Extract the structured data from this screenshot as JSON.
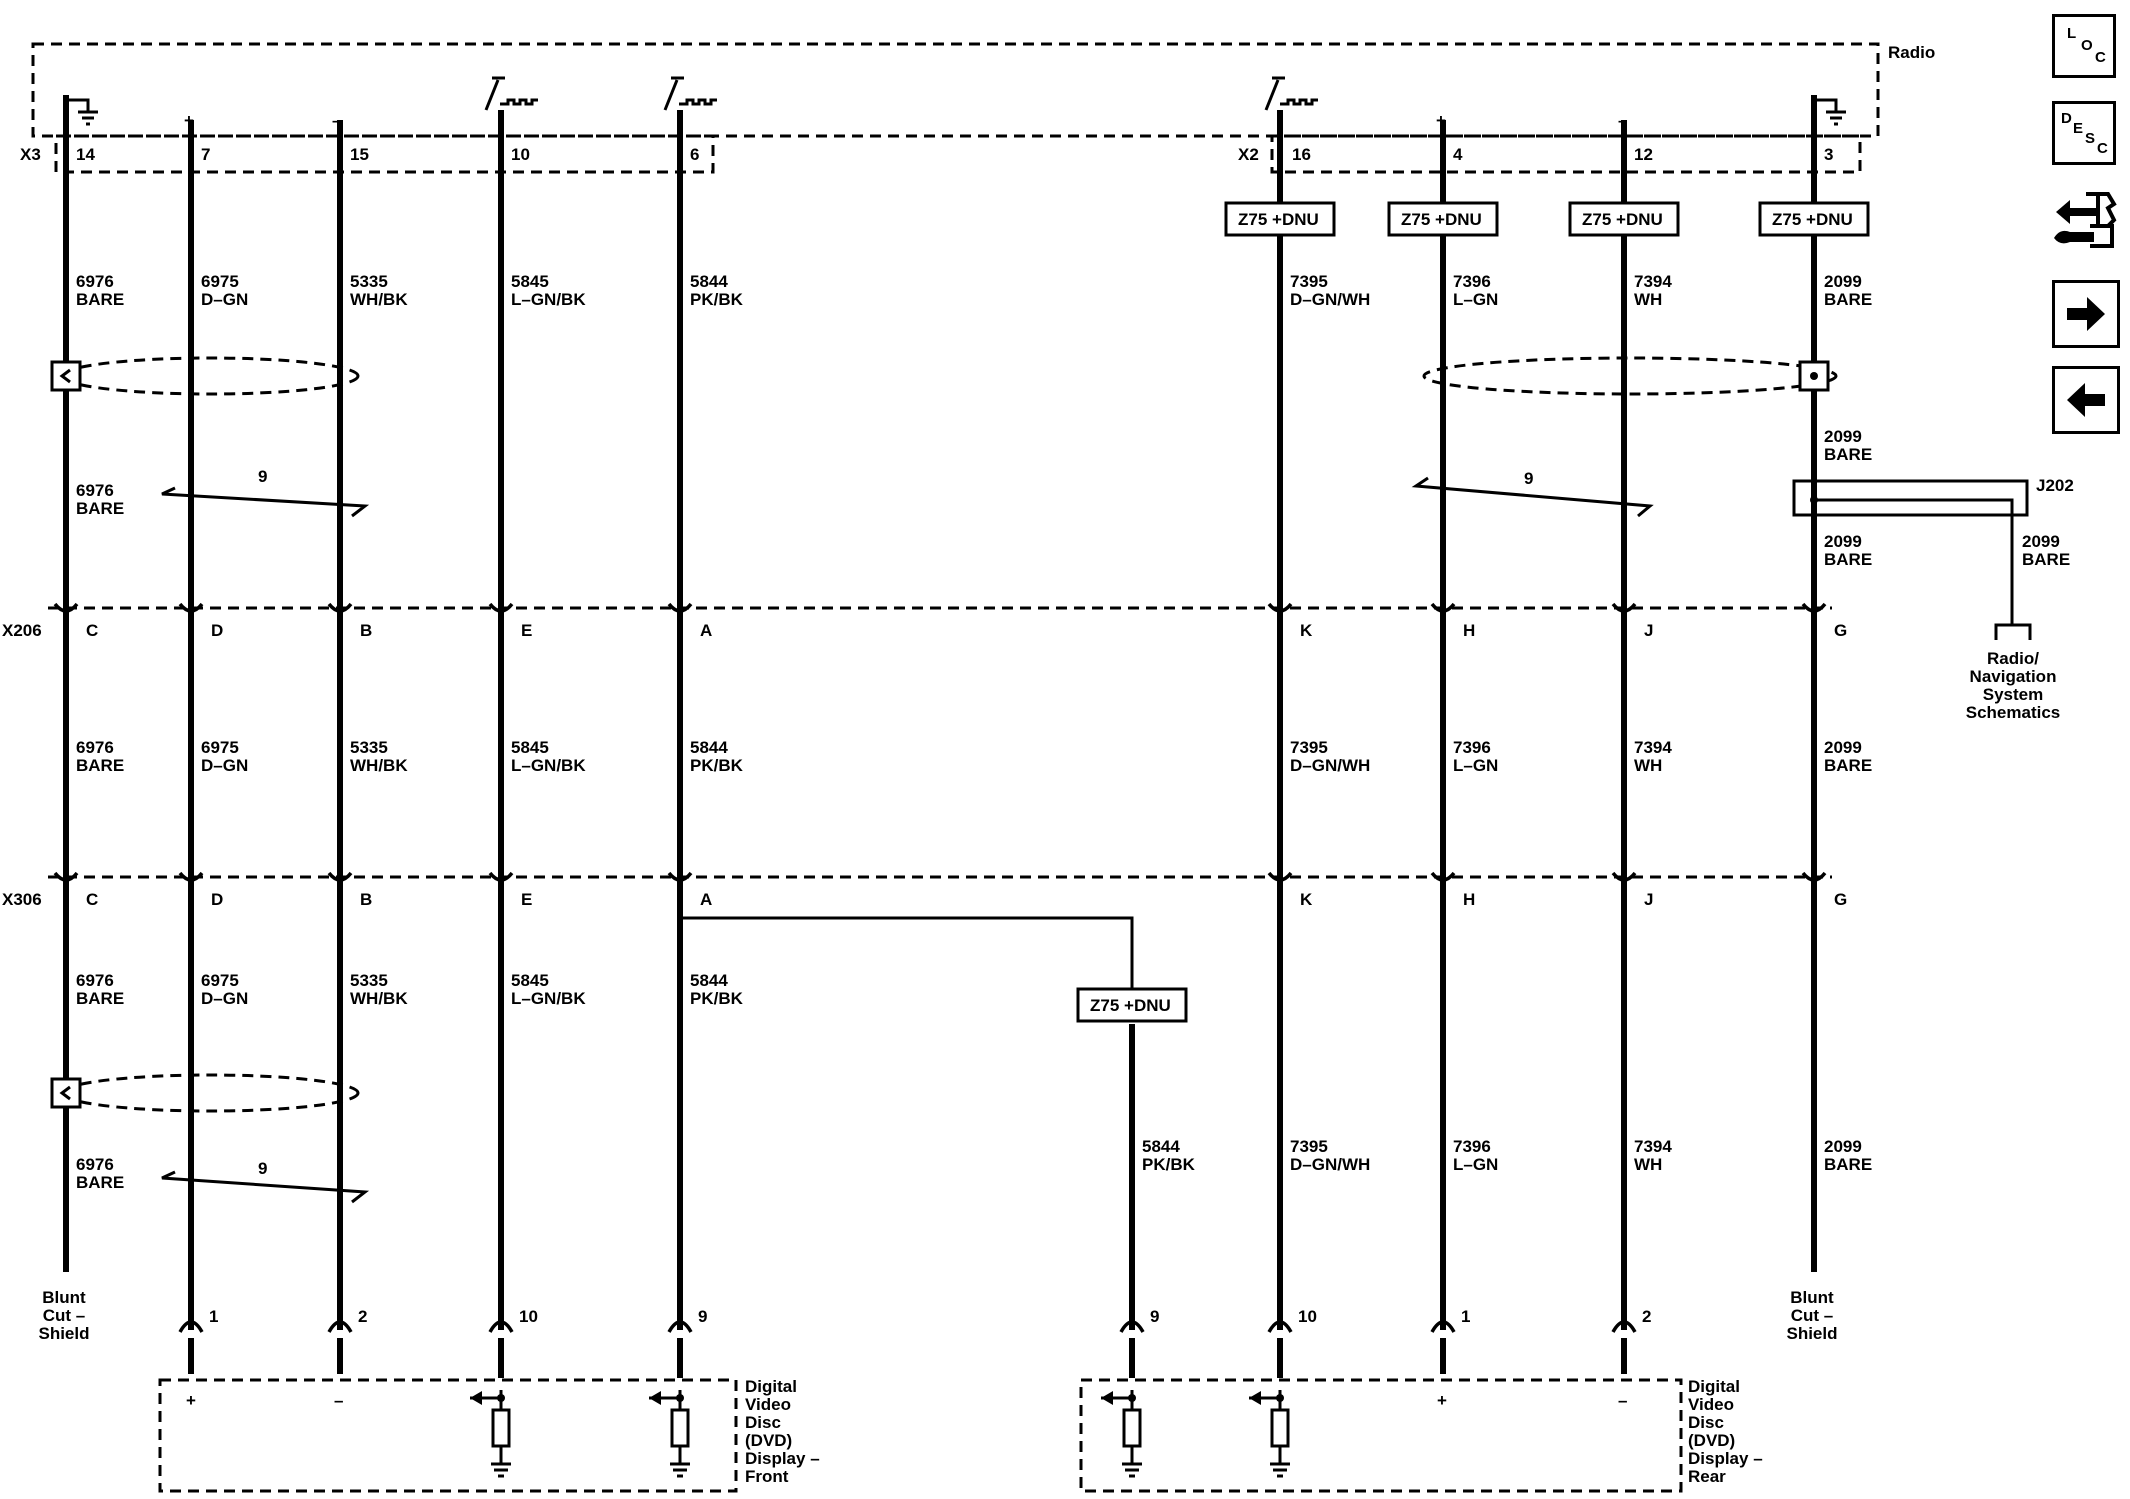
{
  "modules": {
    "radio": "Radio",
    "front_display": [
      "Digital",
      "Video",
      "Disc",
      "(DVD)",
      "Display –",
      "Front"
    ],
    "rear_display": [
      "Digital",
      "Video",
      "Disc",
      "(DVD)",
      "Display –",
      "Rear"
    ]
  },
  "connectors": {
    "radio_x3": "X3",
    "radio_x2": "X2",
    "x206": "X206",
    "x306": "X306",
    "splice": "J202"
  },
  "option_code": "Z75 +DNU",
  "twist_count": "9",
  "blunt_cut": [
    "Blunt",
    "Cut –",
    "Shield"
  ],
  "reference": [
    "Radio/",
    "Navigation",
    "System",
    "Schematics"
  ],
  "circuits": [
    {
      "id": "c6976",
      "radio_pin": "14",
      "num": "6976",
      "color": "BARE",
      "x206_pin": "C",
      "x306_pin": "C",
      "end_pin": ""
    },
    {
      "id": "c6975",
      "radio_pin": "7",
      "num": "6975",
      "color": "D–GN",
      "x206_pin": "D",
      "x306_pin": "D",
      "end_pin": "1"
    },
    {
      "id": "c5335",
      "radio_pin": "15",
      "num": "5335",
      "color": "WH/BK",
      "x206_pin": "B",
      "x306_pin": "B",
      "end_pin": "2"
    },
    {
      "id": "c5845",
      "radio_pin": "10",
      "num": "5845",
      "color": "L–GN/BK",
      "x206_pin": "E",
      "x306_pin": "E",
      "end_pin": "10"
    },
    {
      "id": "c5844",
      "radio_pin": "6",
      "num": "5844",
      "color": "PK/BK",
      "x206_pin": "A",
      "x306_pin": "A",
      "end_pin": "9"
    },
    {
      "id": "c5844r",
      "num": "5844",
      "color": "PK/BK",
      "end_pin": "9"
    },
    {
      "id": "c7395",
      "radio_pin": "16",
      "num": "7395",
      "color": "D–GN/WH",
      "x206_pin": "K",
      "x306_pin": "K",
      "end_pin": "10"
    },
    {
      "id": "c7396",
      "radio_pin": "4",
      "num": "7396",
      "color": "L–GN",
      "x206_pin": "H",
      "x306_pin": "H",
      "end_pin": "1"
    },
    {
      "id": "c7394",
      "radio_pin": "12",
      "num": "7394",
      "color": "WH",
      "x206_pin": "J",
      "x306_pin": "J",
      "end_pin": "2"
    },
    {
      "id": "c2099",
      "radio_pin": "3",
      "num": "2099",
      "color": "BARE",
      "x206_pin": "G",
      "x306_pin": "G",
      "end_pin": ""
    }
  ],
  "polarity": {
    "plus": "+",
    "minus": "–"
  },
  "nav_buttons": {
    "loc": {
      "a": "L",
      "b": "O",
      "c": "C"
    },
    "desc": {
      "a": "D",
      "b": "E",
      "c": "S",
      "d": "C"
    },
    "icons": [
      "connector-wrench-icon",
      "arrow-right-icon",
      "arrow-left-icon"
    ]
  }
}
